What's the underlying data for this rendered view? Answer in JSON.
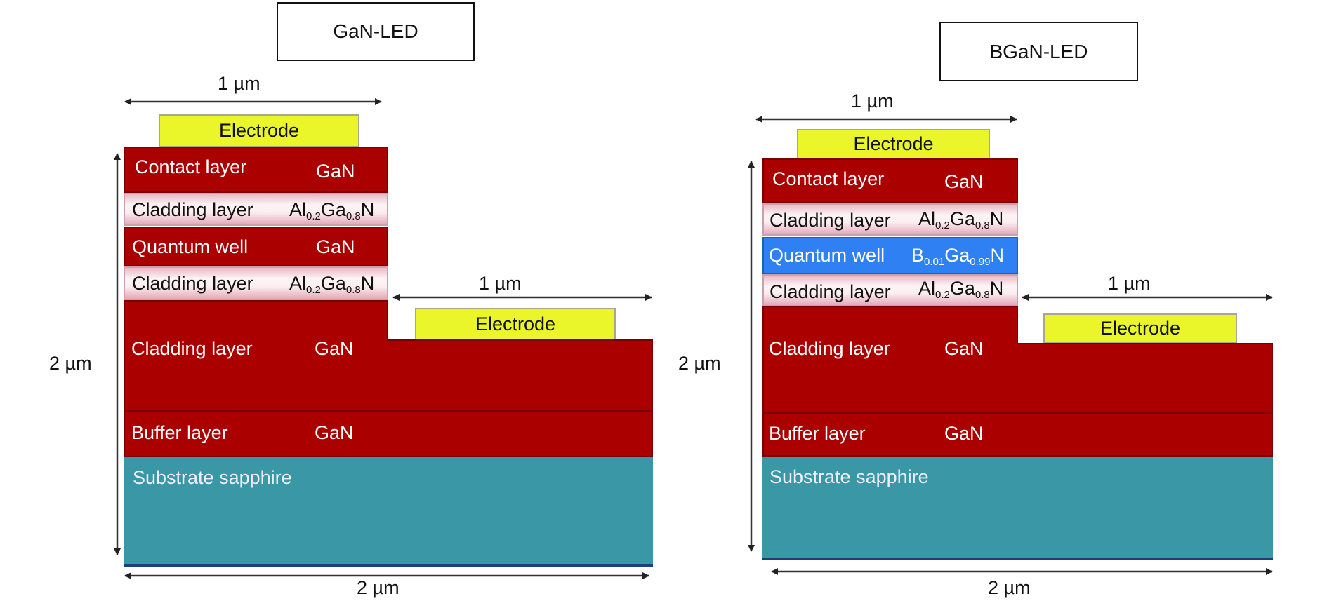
{
  "panels": [
    {
      "title": "GaN-LED",
      "top_width_label": "1 µm",
      "mesa_width_label": "1 µm",
      "height_label": "2 µm",
      "total_width_label": "2 µm",
      "electrode_top": "Electrode",
      "electrode_mesa": "Electrode",
      "layers": {
        "contact": {
          "name": "Contact layer",
          "material": "GaN"
        },
        "cladding_upper": {
          "name": "Cladding layer",
          "m1": "Al",
          "s1": "0.2",
          "m2": "Ga",
          "s2": "0.8",
          "m3": "N"
        },
        "quantum_well": {
          "name": "Quantum well",
          "material": "GaN"
        },
        "cladding_lower": {
          "name": "Cladding layer",
          "m1": "Al",
          "s1": "0.2",
          "m2": "Ga",
          "s2": "0.8",
          "m3": "N"
        },
        "cladding_gan": {
          "name": "Cladding layer",
          "material": "GaN"
        },
        "buffer": {
          "name": "Buffer layer",
          "material": "GaN"
        },
        "substrate": {
          "name": "Substrate sapphire"
        }
      }
    },
    {
      "title": "BGaN-LED",
      "top_width_label": "1 µm",
      "mesa_width_label": "1 µm",
      "height_label": "2 µm",
      "total_width_label": "2 µm",
      "electrode_top": "Electrode",
      "electrode_mesa": "Electrode",
      "layers": {
        "contact": {
          "name": "Contact layer",
          "material": "GaN"
        },
        "cladding_upper": {
          "name": "Cladding layer",
          "m1": "Al",
          "s1": "0.2",
          "m2": "Ga",
          "s2": "0.8",
          "m3": "N"
        },
        "quantum_well": {
          "name": "Quantum well",
          "m1": "B",
          "s1": "0.01",
          "m2": "Ga",
          "s2": "0.99",
          "m3": "N"
        },
        "cladding_lower": {
          "name": "Cladding layer",
          "m1": "Al",
          "s1": "0.2",
          "m2": "Ga",
          "s2": "0.8",
          "m3": "N"
        },
        "cladding_gan": {
          "name": "Cladding layer",
          "material": "GaN"
        },
        "buffer": {
          "name": "Buffer layer",
          "material": "GaN"
        },
        "substrate": {
          "name": "Substrate sapphire"
        }
      }
    }
  ],
  "colors": {
    "gan": "#aa0000",
    "algan": "#f6dde4",
    "bgan": "#2f80f2",
    "sapphire": "#3a97a5",
    "electrode": "#eaf52a"
  }
}
